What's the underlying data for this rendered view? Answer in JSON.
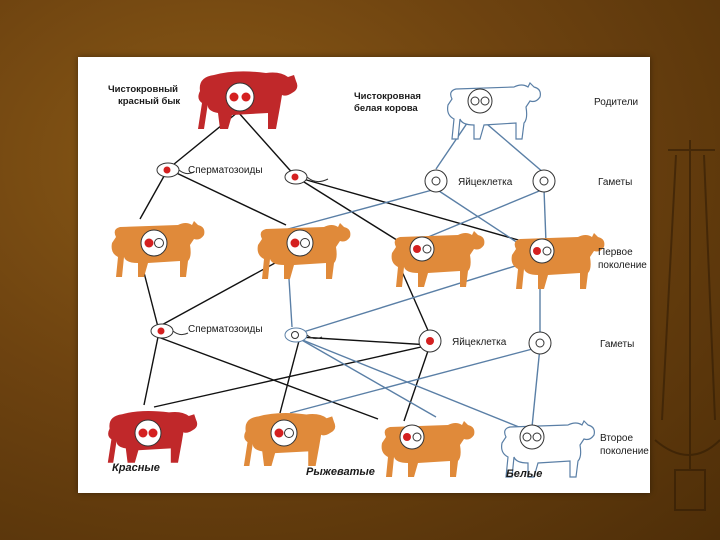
{
  "labels": {
    "pure_red_bull": [
      "Чистокровный",
      "красный бык"
    ],
    "pure_white_cow": [
      "Чистокровная",
      "белая корова"
    ],
    "parents": "Родители",
    "sperm_1": "Сперматозоиды",
    "egg_1": "Яйцеклетка",
    "gametes_1": "Гаметы",
    "first_generation": [
      "Первое",
      "поколение"
    ],
    "sperm_2": "Сперматозоиды",
    "egg_2": "Яйцеклетка",
    "gametes_2": "Гаметы",
    "second_generation": [
      "Второе",
      "поколение"
    ],
    "red": "Красные",
    "roan": "Рыжеватые",
    "white": "Белые"
  },
  "colors": {
    "background": "#6e4310",
    "red_animal": "#c0282a",
    "roan_animal": "#e08a3a",
    "white_animal": "#ffffff",
    "red_allele": "#d42020",
    "black_line": "#111111",
    "blue_line": "#5a7fa6"
  },
  "icons": [
    "red-bull-icon",
    "white-cow-icon",
    "roan-cow-icon",
    "sperm-icon",
    "egg-icon",
    "scales-icon"
  ]
}
